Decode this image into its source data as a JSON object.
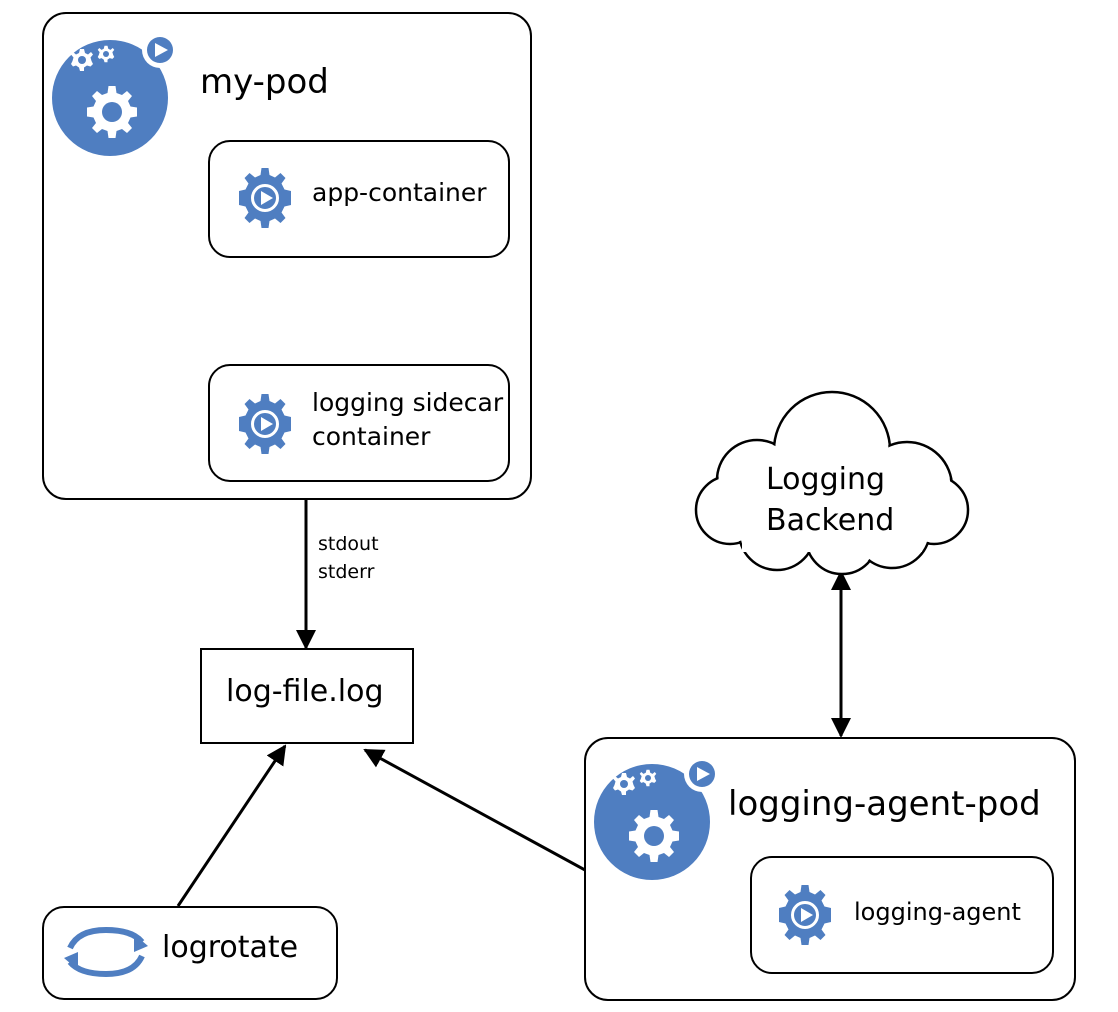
{
  "diagram": {
    "pod": {
      "title": "my-pod"
    },
    "app_container": {
      "label": "app-container"
    },
    "sidecar_container": {
      "label_line1": "logging sidecar",
      "label_line2": "container"
    },
    "stream_labels": {
      "stdout": "stdout",
      "stderr": "stderr"
    },
    "log_file": {
      "label": "log-file.log"
    },
    "backend": {
      "label_line1": "Logging",
      "label_line2": "Backend"
    },
    "agent_pod": {
      "title": "logging-agent-pod"
    },
    "agent": {
      "label": "logging-agent"
    },
    "logrotate": {
      "label": "logrotate"
    }
  },
  "colors": {
    "accent": "#4f7ec1",
    "stroke": "#000000",
    "background": "#ffffff"
  },
  "icons": {
    "pod": "pod-gears-play-icon",
    "container": "gear-play-icon",
    "logrotate": "rotate-arrows-icon"
  }
}
